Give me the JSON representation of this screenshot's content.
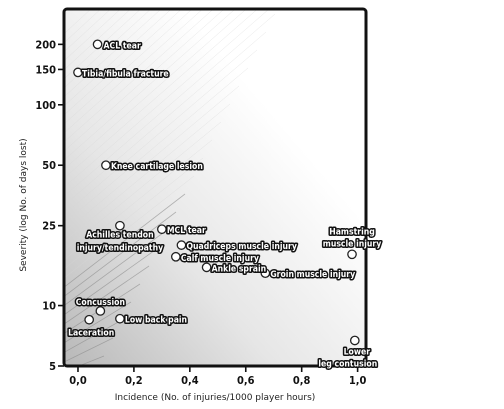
{
  "chart_data": {
    "type": "scatter",
    "xlabel": "Incidence (No. of injuries/1000 player hours)",
    "ylabel": "Severity (log No. of days lost)",
    "x_scale": "linear",
    "y_scale": "log",
    "xlim": [
      -0.05,
      1.03
    ],
    "ylim": [
      5,
      300
    ],
    "xticks": [
      0.0,
      0.2,
      0.4,
      0.6,
      0.8,
      1.0
    ],
    "xtick_labels": [
      "0,0",
      "0,2",
      "0,4",
      "0,6",
      "0,8",
      "1,0"
    ],
    "yticks": [
      5,
      10,
      25,
      50,
      100,
      150,
      200
    ],
    "ytick_labels": [
      "5",
      "10",
      "25",
      "50",
      "100",
      "150",
      "200"
    ],
    "grid": false,
    "points": [
      {
        "label": "ACL tear",
        "x": 0.07,
        "y": 200
      },
      {
        "label": "Tibia/fibula fracture",
        "x": 0.0,
        "y": 145
      },
      {
        "label": "Knee cartilage lesion",
        "x": 0.1,
        "y": 50
      },
      {
        "label": "Achilles tendon injury/tendinopathy",
        "x": 0.15,
        "y": 25
      },
      {
        "label": "MCL tear",
        "x": 0.3,
        "y": 24
      },
      {
        "label": "Quadriceps muscle injury",
        "x": 0.37,
        "y": 20
      },
      {
        "label": "Calf muscle injury",
        "x": 0.35,
        "y": 17.5
      },
      {
        "label": "Ankle sprain",
        "x": 0.46,
        "y": 15.5
      },
      {
        "label": "Groin muscle injury",
        "x": 0.67,
        "y": 14.5
      },
      {
        "label": "Hamstring muscle injury",
        "x": 0.98,
        "y": 18
      },
      {
        "label": "Concussion",
        "x": 0.08,
        "y": 9.4
      },
      {
        "label": "Low back pain",
        "x": 0.15,
        "y": 8.6
      },
      {
        "label": "Laceration",
        "x": 0.04,
        "y": 8.5
      },
      {
        "label": "Lower leg contusion",
        "x": 0.99,
        "y": 6.7
      }
    ]
  }
}
